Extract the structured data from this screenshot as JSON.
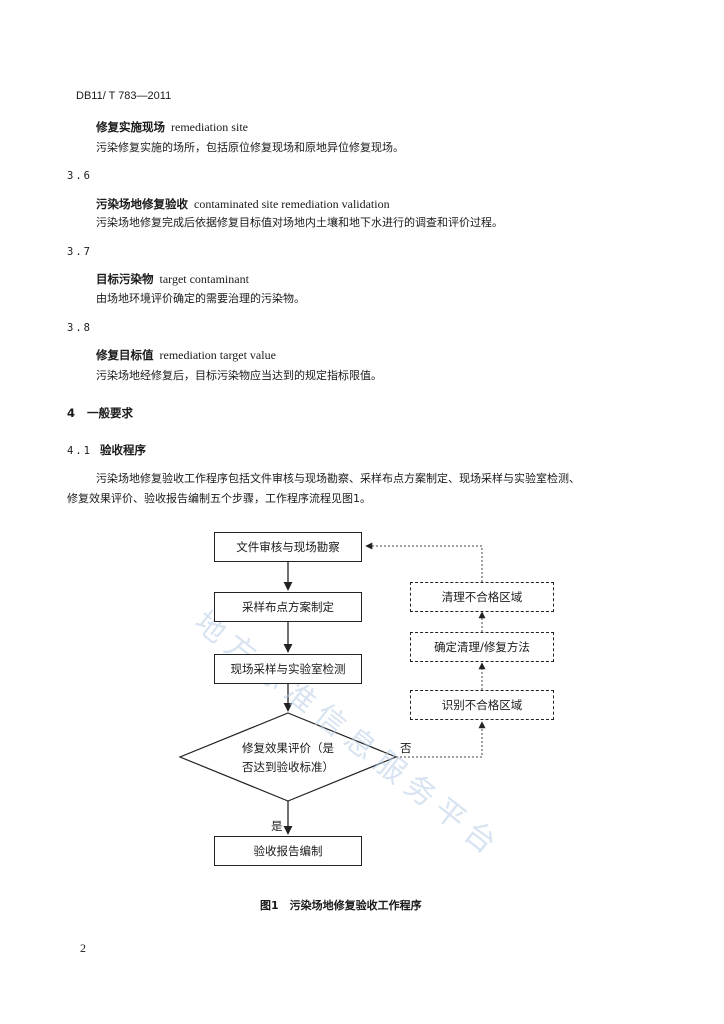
{
  "header": {
    "doc_code": "DB11/ T 783—2011"
  },
  "terms": [
    {
      "number": "",
      "term_cn": "修复实施现场",
      "term_en": "remediation site",
      "definition": "污染修复实施的场所，包括原位修复现场和原地异位修复现场。"
    },
    {
      "number": "3.6",
      "term_cn": "污染场地修复验收",
      "term_en": "contaminated site remediation validation",
      "definition": "污染场地修复完成后依据修复目标值对场地内土壤和地下水进行的调查和评价过程。"
    },
    {
      "number": "3.7",
      "term_cn": "目标污染物",
      "term_en": "target contaminant",
      "definition": "由场地环境评价确定的需要治理的污染物。"
    },
    {
      "number": "3.8",
      "term_cn": "修复目标值",
      "term_en": "remediation target value",
      "definition": "污染场地经修复后，目标污染物应当达到的规定指标限值。"
    }
  ],
  "section4": {
    "number": "4",
    "title": "一般要求"
  },
  "section41": {
    "number": "4.1",
    "title": "验收程序",
    "para_line1": "污染场地修复验收工作程序包括文件审核与现场勘察、采样布点方案制定、现场采样与实验室检测、",
    "para_line2": "修复效果评价、验收报告编制五个步骤，工作程序流程见图1。"
  },
  "flowchart": {
    "step1": "文件审核与现场勘察",
    "step2": "采样布点方案制定",
    "step3": "现场采样与实验室检测",
    "decision_line1": "修复效果评价（是",
    "decision_line2": "否达到验收标准）",
    "step5": "验收报告编制",
    "yes_label": "是",
    "no_label": "否",
    "side1": "识别不合格区域",
    "side2": "确定清理/修复方法",
    "side3": "清理不合格区域"
  },
  "figure_caption": "图1　污染场地修复验收工作程序",
  "watermark": "地方标准信息服务平台",
  "page_number": "2"
}
